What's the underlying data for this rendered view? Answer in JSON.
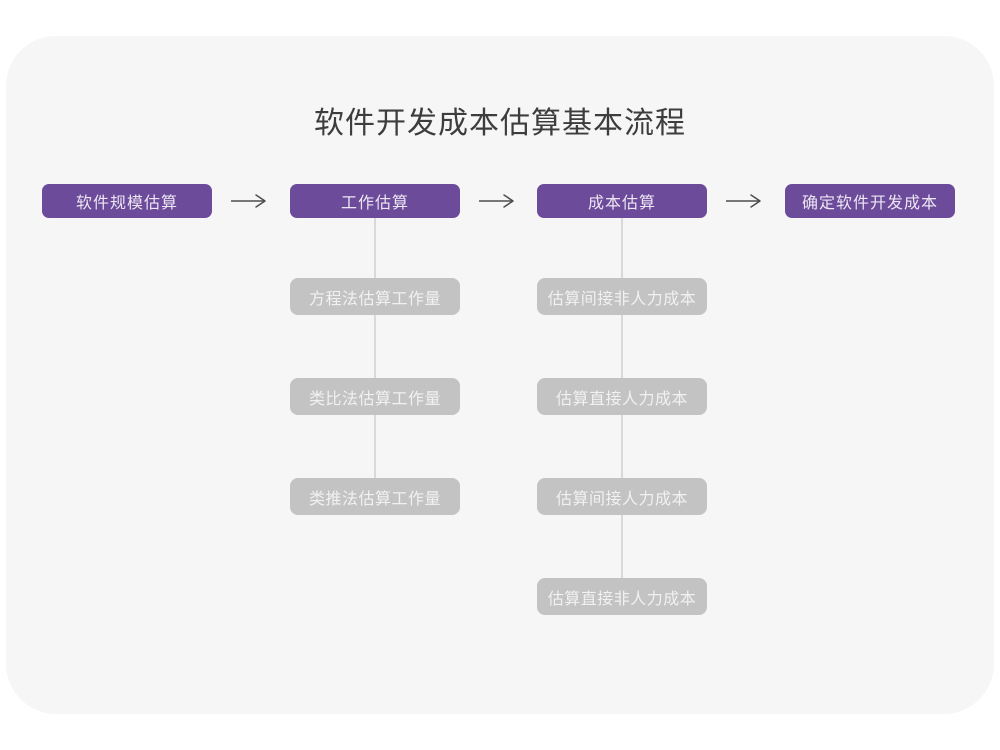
{
  "title": "软件开发成本估算基本流程",
  "colors": {
    "page_bg": "#ffffff",
    "card_bg": "#f6f6f7",
    "primary": "#6c4b9b",
    "primary_text": "#ece6f2",
    "secondary": "#c3c3c3",
    "secondary_text": "#f1f1f1",
    "arrow": "#4d4d4d",
    "connector": "#d9d9d9",
    "title_color": "#3d3d3d"
  },
  "flow": {
    "stages": [
      {
        "label": "软件规模估算",
        "children": []
      },
      {
        "label": "工作估算",
        "children": [
          "方程法估算工作量",
          "类比法估算工作量",
          "类推法估算工作量"
        ]
      },
      {
        "label": "成本估算",
        "children": [
          "估算间接非人力成本",
          "估算直接人力成本",
          "估算间接人力成本",
          "估算直接非人力成本"
        ]
      },
      {
        "label": "确定软件开发成本",
        "children": []
      }
    ]
  }
}
